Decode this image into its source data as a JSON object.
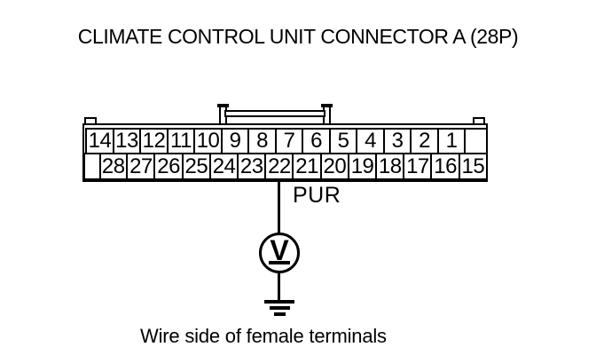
{
  "title": "CLIMATE CONTROL UNIT CONNECTOR A (28P)",
  "connector": {
    "top_row_pins": [
      "14",
      "13",
      "12",
      "11",
      "10",
      "9",
      "8",
      "7",
      "6",
      "5",
      "4",
      "3",
      "2",
      "1"
    ],
    "bottom_row_pins": [
      "28",
      "27",
      "26",
      "25",
      "24",
      "23",
      "22",
      "21",
      "20",
      "19",
      "18",
      "17",
      "16",
      "15"
    ]
  },
  "wire": {
    "color_label": "PUR",
    "from_pin": "22"
  },
  "meter": {
    "type": "voltmeter",
    "symbol": "V"
  },
  "caption": "Wire side of female terminals",
  "colors": {
    "line": "#000000",
    "background": "#ffffff"
  }
}
